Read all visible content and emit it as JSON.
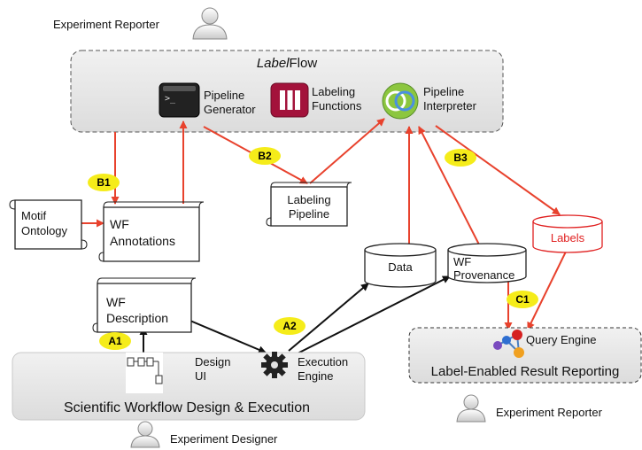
{
  "top_reporter": "Experiment Reporter",
  "labelflow": {
    "title_italic": "Label",
    "title_rest": "Flow"
  },
  "tools": {
    "pipeline_generator": [
      "Pipeline",
      "Generator"
    ],
    "labeling_functions": [
      "Labeling",
      "Functions"
    ],
    "pipeline_interpreter": [
      "Pipeline",
      "Interpreter"
    ]
  },
  "badges": {
    "b1": "B1",
    "b2": "B2",
    "b3": "B3",
    "a1": "A1",
    "a2": "A2",
    "c1": "C1"
  },
  "docs": {
    "motif_ontology": [
      "Motif",
      "Ontology"
    ],
    "wf_annotations": [
      "WF",
      "Annotations"
    ],
    "labeling_pipeline": [
      "Labeling",
      "Pipeline"
    ],
    "wf_description": [
      "WF",
      "Description"
    ]
  },
  "stores": {
    "data": "Data",
    "wf_provenance": [
      "WF",
      "Provenance"
    ],
    "labels": "Labels"
  },
  "sci": {
    "title": "Scientific Workflow Design & Execution",
    "design_ui": [
      "Design",
      "UI"
    ],
    "execution_engine": [
      "Execution",
      "Engine"
    ]
  },
  "reporting": {
    "query_engine": "Query Engine",
    "title": "Label-Enabled Result Reporting"
  },
  "bottom_reporter": "Experiment Reporter",
  "designer": "Experiment Designer",
  "colors": {
    "arrow_red": "#e8422d",
    "badge_yellow": "#f5ec1a",
    "panel_fill": "#e2e2e2",
    "labels_red": "#e02020"
  }
}
